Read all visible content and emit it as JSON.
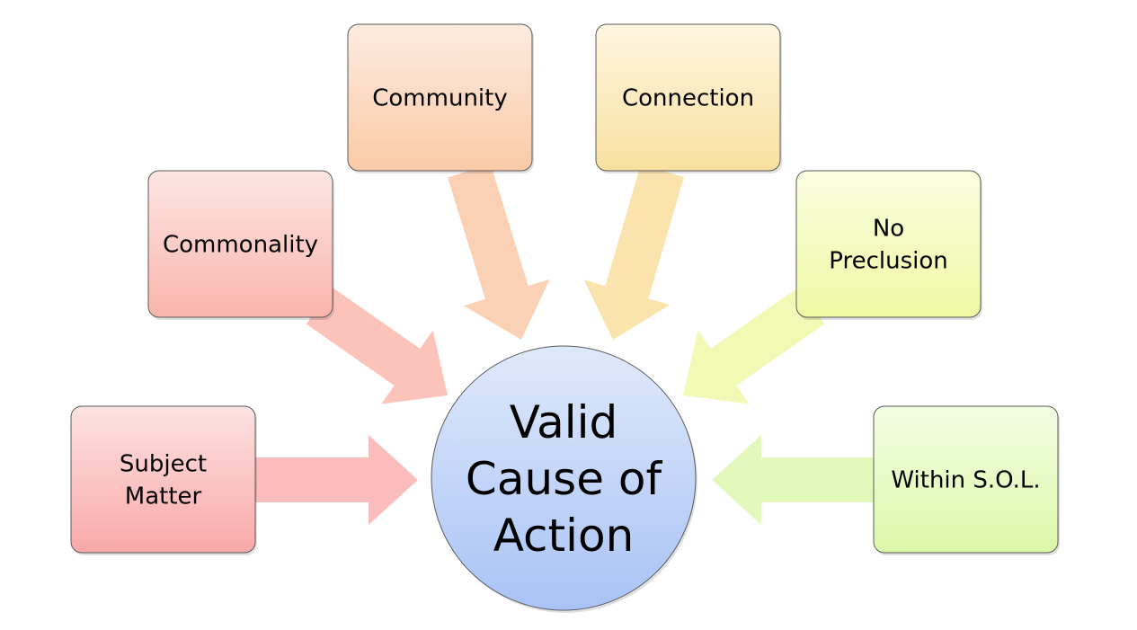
{
  "center": {
    "lines": [
      "Valid",
      "Cause of",
      "Action"
    ]
  },
  "factors": [
    {
      "id": "subject-matter",
      "lines": [
        "Subject",
        "Matter"
      ],
      "color_top": "#fde2e2",
      "color_bottom": "#f9a8a8",
      "arrow_color": "#fbbcbc"
    },
    {
      "id": "commonality",
      "lines": [
        "Commonality"
      ],
      "color_top": "#fde6e3",
      "color_bottom": "#f9b4ab",
      "arrow_color": "#fcc3bb"
    },
    {
      "id": "community",
      "lines": [
        "Community"
      ],
      "color_top": "#fdebe0",
      "color_bottom": "#facaa6",
      "arrow_color": "#fbd1b6"
    },
    {
      "id": "connection",
      "lines": [
        "Connection"
      ],
      "color_top": "#fdf6e0",
      "color_bottom": "#f9e0a0",
      "arrow_color": "#fbe3ad"
    },
    {
      "id": "no-preclusion",
      "lines": [
        "No",
        "Preclusion"
      ],
      "color_top": "#fbfde0",
      "color_bottom": "#eef9a3",
      "arrow_color": "#f1f9b4"
    },
    {
      "id": "within-sol",
      "lines": [
        "Within S.O.L."
      ],
      "color_top": "#f3fde3",
      "color_bottom": "#dbf8a8",
      "arrow_color": "#e3f9bb"
    }
  ],
  "colors": {
    "circle_top": "#dfe9fb",
    "circle_bottom": "#a8c3f5",
    "outline": "#5a5a5a"
  }
}
